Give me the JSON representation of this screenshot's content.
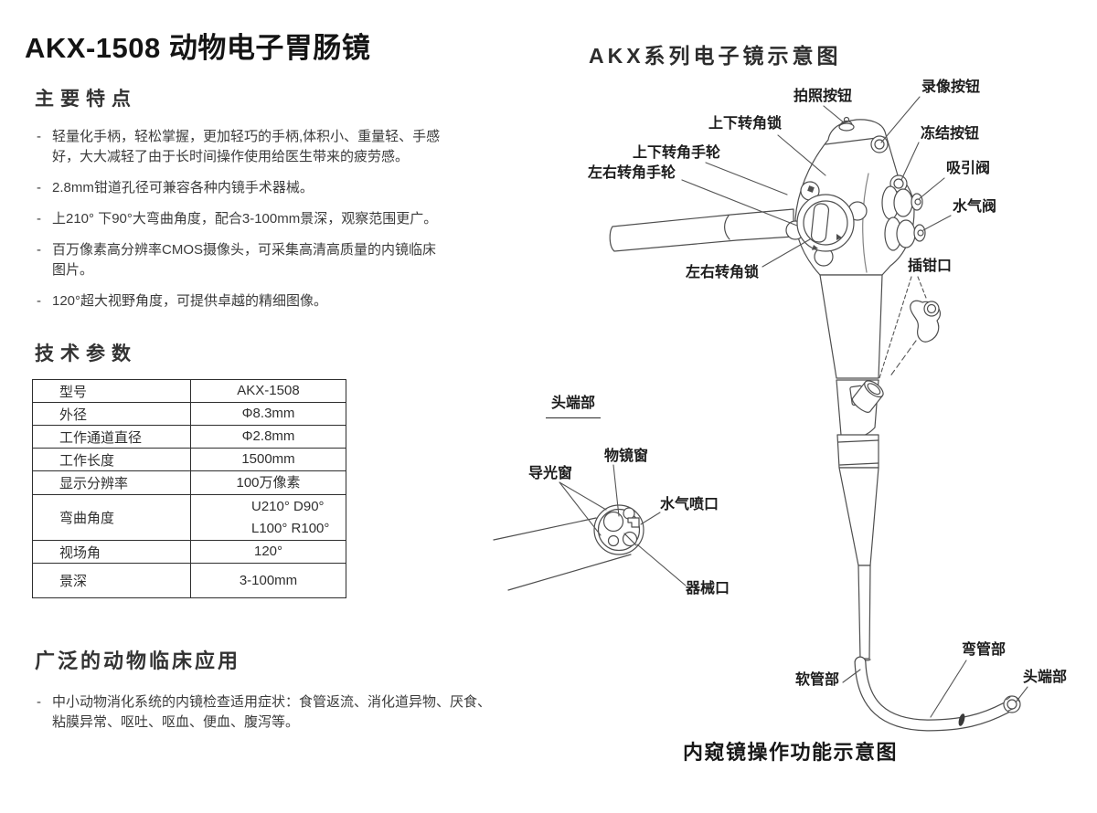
{
  "left": {
    "title": "AKX-1508 动物电子胃肠镜",
    "bullet_char": "-",
    "features": {
      "heading": "主要特点",
      "items": [
        "轻量化手柄，轻松掌握，更加轻巧的手柄,体积小、重量轻、手感好，大大减轻了由于长时间操作使用给医生带来的疲劳感。",
        "2.8mm钳道孔径可兼容各种内镜手术器械。",
        "上210° 下90°大弯曲角度，配合3-100mm景深，观察范围更广。",
        "百万像素高分辨率CMOS摄像头，可采集高清高质量的内镜临床图片。",
        "120°超大视野角度，可提供卓越的精细图像。"
      ]
    },
    "specs": {
      "heading": "技术参数",
      "table": {
        "rows": [
          {
            "label": "型号",
            "value": "AKX-1508"
          },
          {
            "label": "外径",
            "value": "Φ8.3mm"
          },
          {
            "label": "工作通道直径",
            "value": "Φ2.8mm"
          },
          {
            "label": "工作长度",
            "value": "1500mm"
          },
          {
            "label": "显示分辨率",
            "value": "100万像素"
          },
          {
            "label": "弯曲角度",
            "value": "U210°  D90°\nL100°  R100°"
          },
          {
            "label": "视场角",
            "value": "120°"
          },
          {
            "label": "景深",
            "value": "3-100mm"
          }
        ]
      }
    },
    "applications": {
      "heading": "广泛的动物临床应用",
      "items": [
        "中小动物消化系统的内镜检查适用症状：食管返流、消化道异物、厌食、粘膜异常、呕吐、呕血、便血、腹泻等。"
      ]
    }
  },
  "diagram": {
    "title": "AKX系列电子镜示意图",
    "caption": "内窥镜操作功能示意图",
    "labels": {
      "photo_button": "拍照按钮",
      "record_button": "录像按钮",
      "ud_angle_lock": "上下转角锁",
      "freeze_button": "冻结按钮",
      "ud_angle_wheel": "上下转角手轮",
      "suction_valve": "吸引阀",
      "lr_angle_wheel": "左右转角手轮",
      "air_water_valve": "水气阀",
      "lr_angle_lock": "左右转角锁",
      "forceps_port": "插钳口",
      "tip_heading": "头端部",
      "objective_window": "物镜窗",
      "light_guide_window": "导光窗",
      "air_water_nozzle": "水气喷口",
      "instrument_channel": "器械口",
      "bending_section": "弯管部",
      "flexible_tube": "软管部",
      "distal_end": "头端部"
    }
  },
  "colors": {
    "ink": "#141414",
    "body_text": "#3b3b3b",
    "line_art": "#4e4e4e",
    "table_border": "#2e2e2e",
    "background": "#ffffff"
  }
}
